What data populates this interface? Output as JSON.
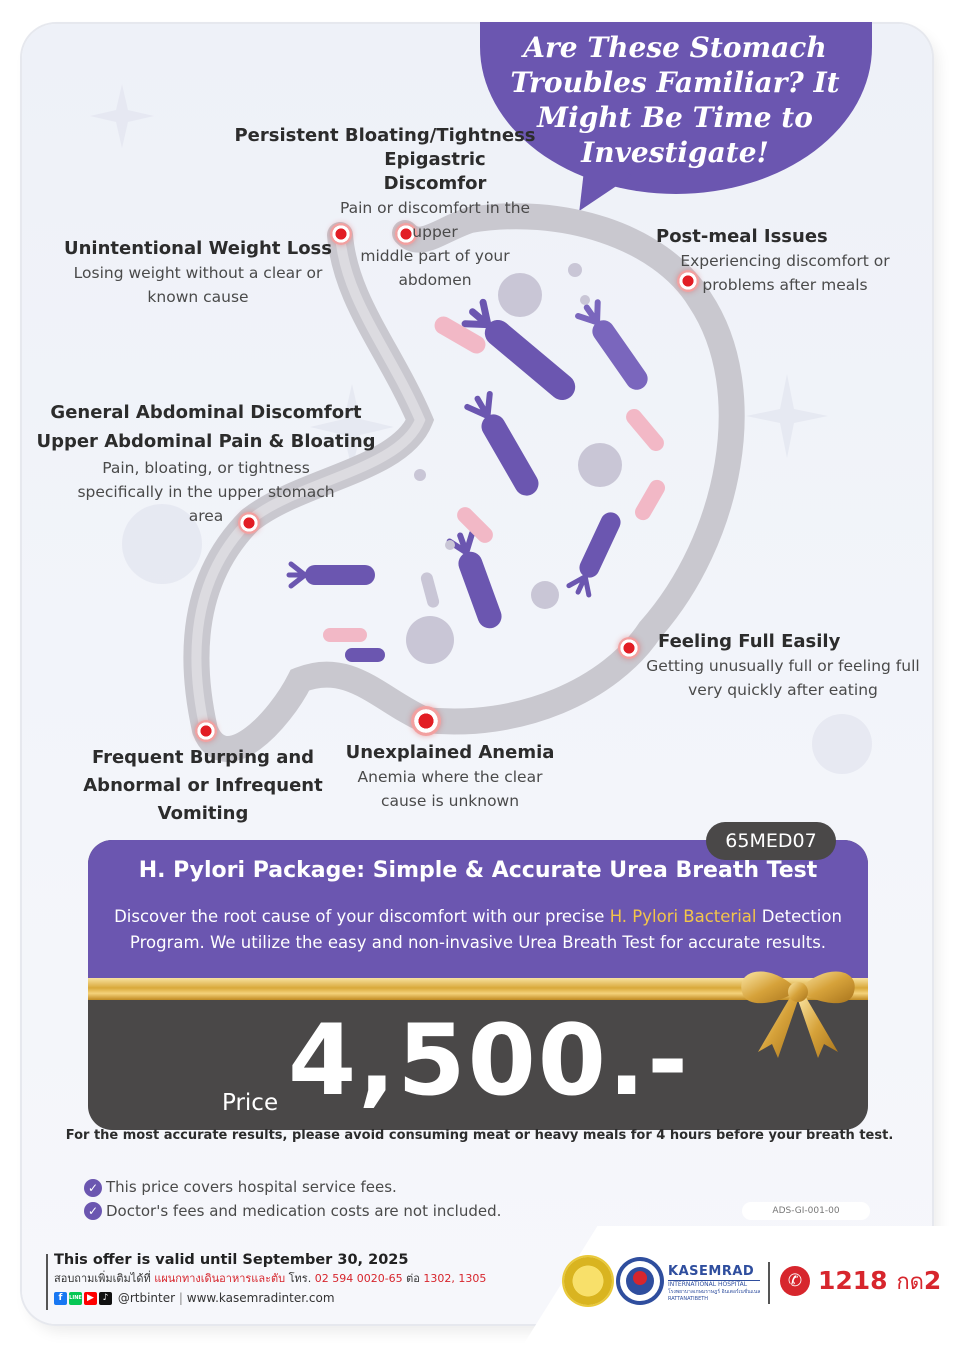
{
  "headline": {
    "text": "Are These Stomach Troubles Familiar? It Might Be Time to Investigate!"
  },
  "symptoms": {
    "bloating": {
      "title_line1": "Persistent Bloating/Tightness",
      "title_line2": "Epigastric Discomfor",
      "desc_line1": "Pain or discomfort in the upper",
      "desc_line2": "middle part of your abdomen"
    },
    "weight_loss": {
      "title": "Unintentional Weight Loss",
      "desc_line1": "Losing weight without a clear or",
      "desc_line2": "known cause"
    },
    "post_meal": {
      "title": "Post-meal Issues",
      "desc_line1": "Experiencing discomfort or",
      "desc_line2": "problems after meals"
    },
    "general": {
      "title_line1": "General Abdominal Discomfort",
      "title_line2": "Upper Abdominal Pain & Bloating",
      "desc_line1": "Pain, bloating, or tightness",
      "desc_line2": "specifically in the upper stomach",
      "desc_line3": "area"
    },
    "full": {
      "title": "Feeling Full Easily",
      "desc_line1": "Getting unusually full or feeling full",
      "desc_line2": "very quickly after eating"
    },
    "burping": {
      "title_line1": "Frequent Burping and",
      "title_line2": "Abnormal or Infrequent",
      "title_line3": "Vomiting"
    },
    "anemia": {
      "title": "Unexplained Anemia",
      "desc_line1": "Anemia where the clear",
      "desc_line2": "cause is unknown"
    }
  },
  "package": {
    "code": "65MED07",
    "title": "H. Pylori Package: Simple & Accurate Urea Breath Test",
    "desc_part1": "Discover the root cause of your discomfort with our precise ",
    "desc_highlight": "H. Pylori Bacterial",
    "desc_part2": " Detection Program. We utilize the easy and non-invasive Urea Breath Test for accurate results.",
    "price_label": "Price",
    "price_value": "4,500.-"
  },
  "note": "For the most accurate results, please avoid consuming meat or heavy meals for 4 hours before your breath test.",
  "conditions": [
    "This price covers hospital service fees.",
    "Doctor's fees and medication costs are not included."
  ],
  "ref_code": "ADS-GI-001-00",
  "footer": {
    "validity": "This offer is valid until September 30, 2025",
    "contact_part1": "สอบถามเพิ่มเติมได้ที่ ",
    "contact_dept": "แผนกทางเดินอาหารและตับ",
    "contact_part2": " โทร. ",
    "contact_phone": "02 594 0020-65",
    "contact_part3": " ต่อ ",
    "contact_ext": "1302, 1305",
    "social_handle": "@rtbinter",
    "website": "www.kasemradinter.com",
    "social_icons": [
      "facebook-icon",
      "line-icon",
      "youtube-icon",
      "tiktok-icon"
    ]
  },
  "branding": {
    "hospital_name": "KASEMRAD",
    "hospital_sub": "INTERNATIONAL HOSPITAL",
    "hospital_thai": "โรงพยาบาลเกษมราษฎร์ อินเตอร์เนชั่นแนล",
    "hospital_branch": "RATTANATIBETH",
    "hotline_number": "1218",
    "hotline_press": "กด",
    "hotline_ext": "2"
  },
  "colors": {
    "purple": "#6b56b0",
    "dark_gray": "#4a4848",
    "marker_red": "#e21d24",
    "highlight_gold": "#f3c54a",
    "hotline_red": "#d7262d"
  }
}
